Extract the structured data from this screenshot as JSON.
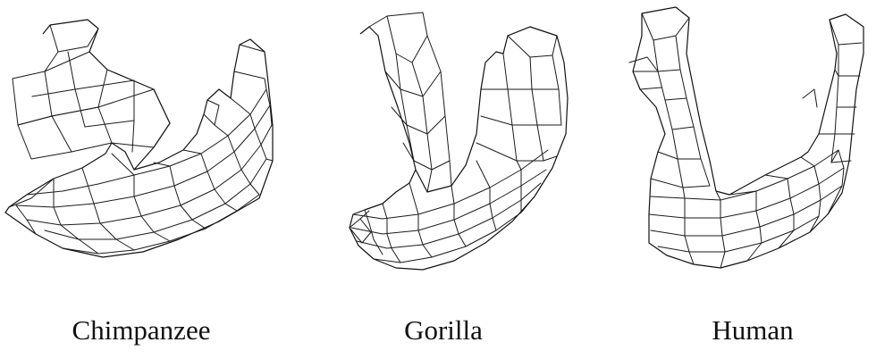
{
  "figure": {
    "panels": [
      {
        "id": "chimpanzee",
        "label": "Chimpanzee"
      },
      {
        "id": "gorilla",
        "label": "Gorilla"
      },
      {
        "id": "human",
        "label": "Human"
      }
    ]
  }
}
